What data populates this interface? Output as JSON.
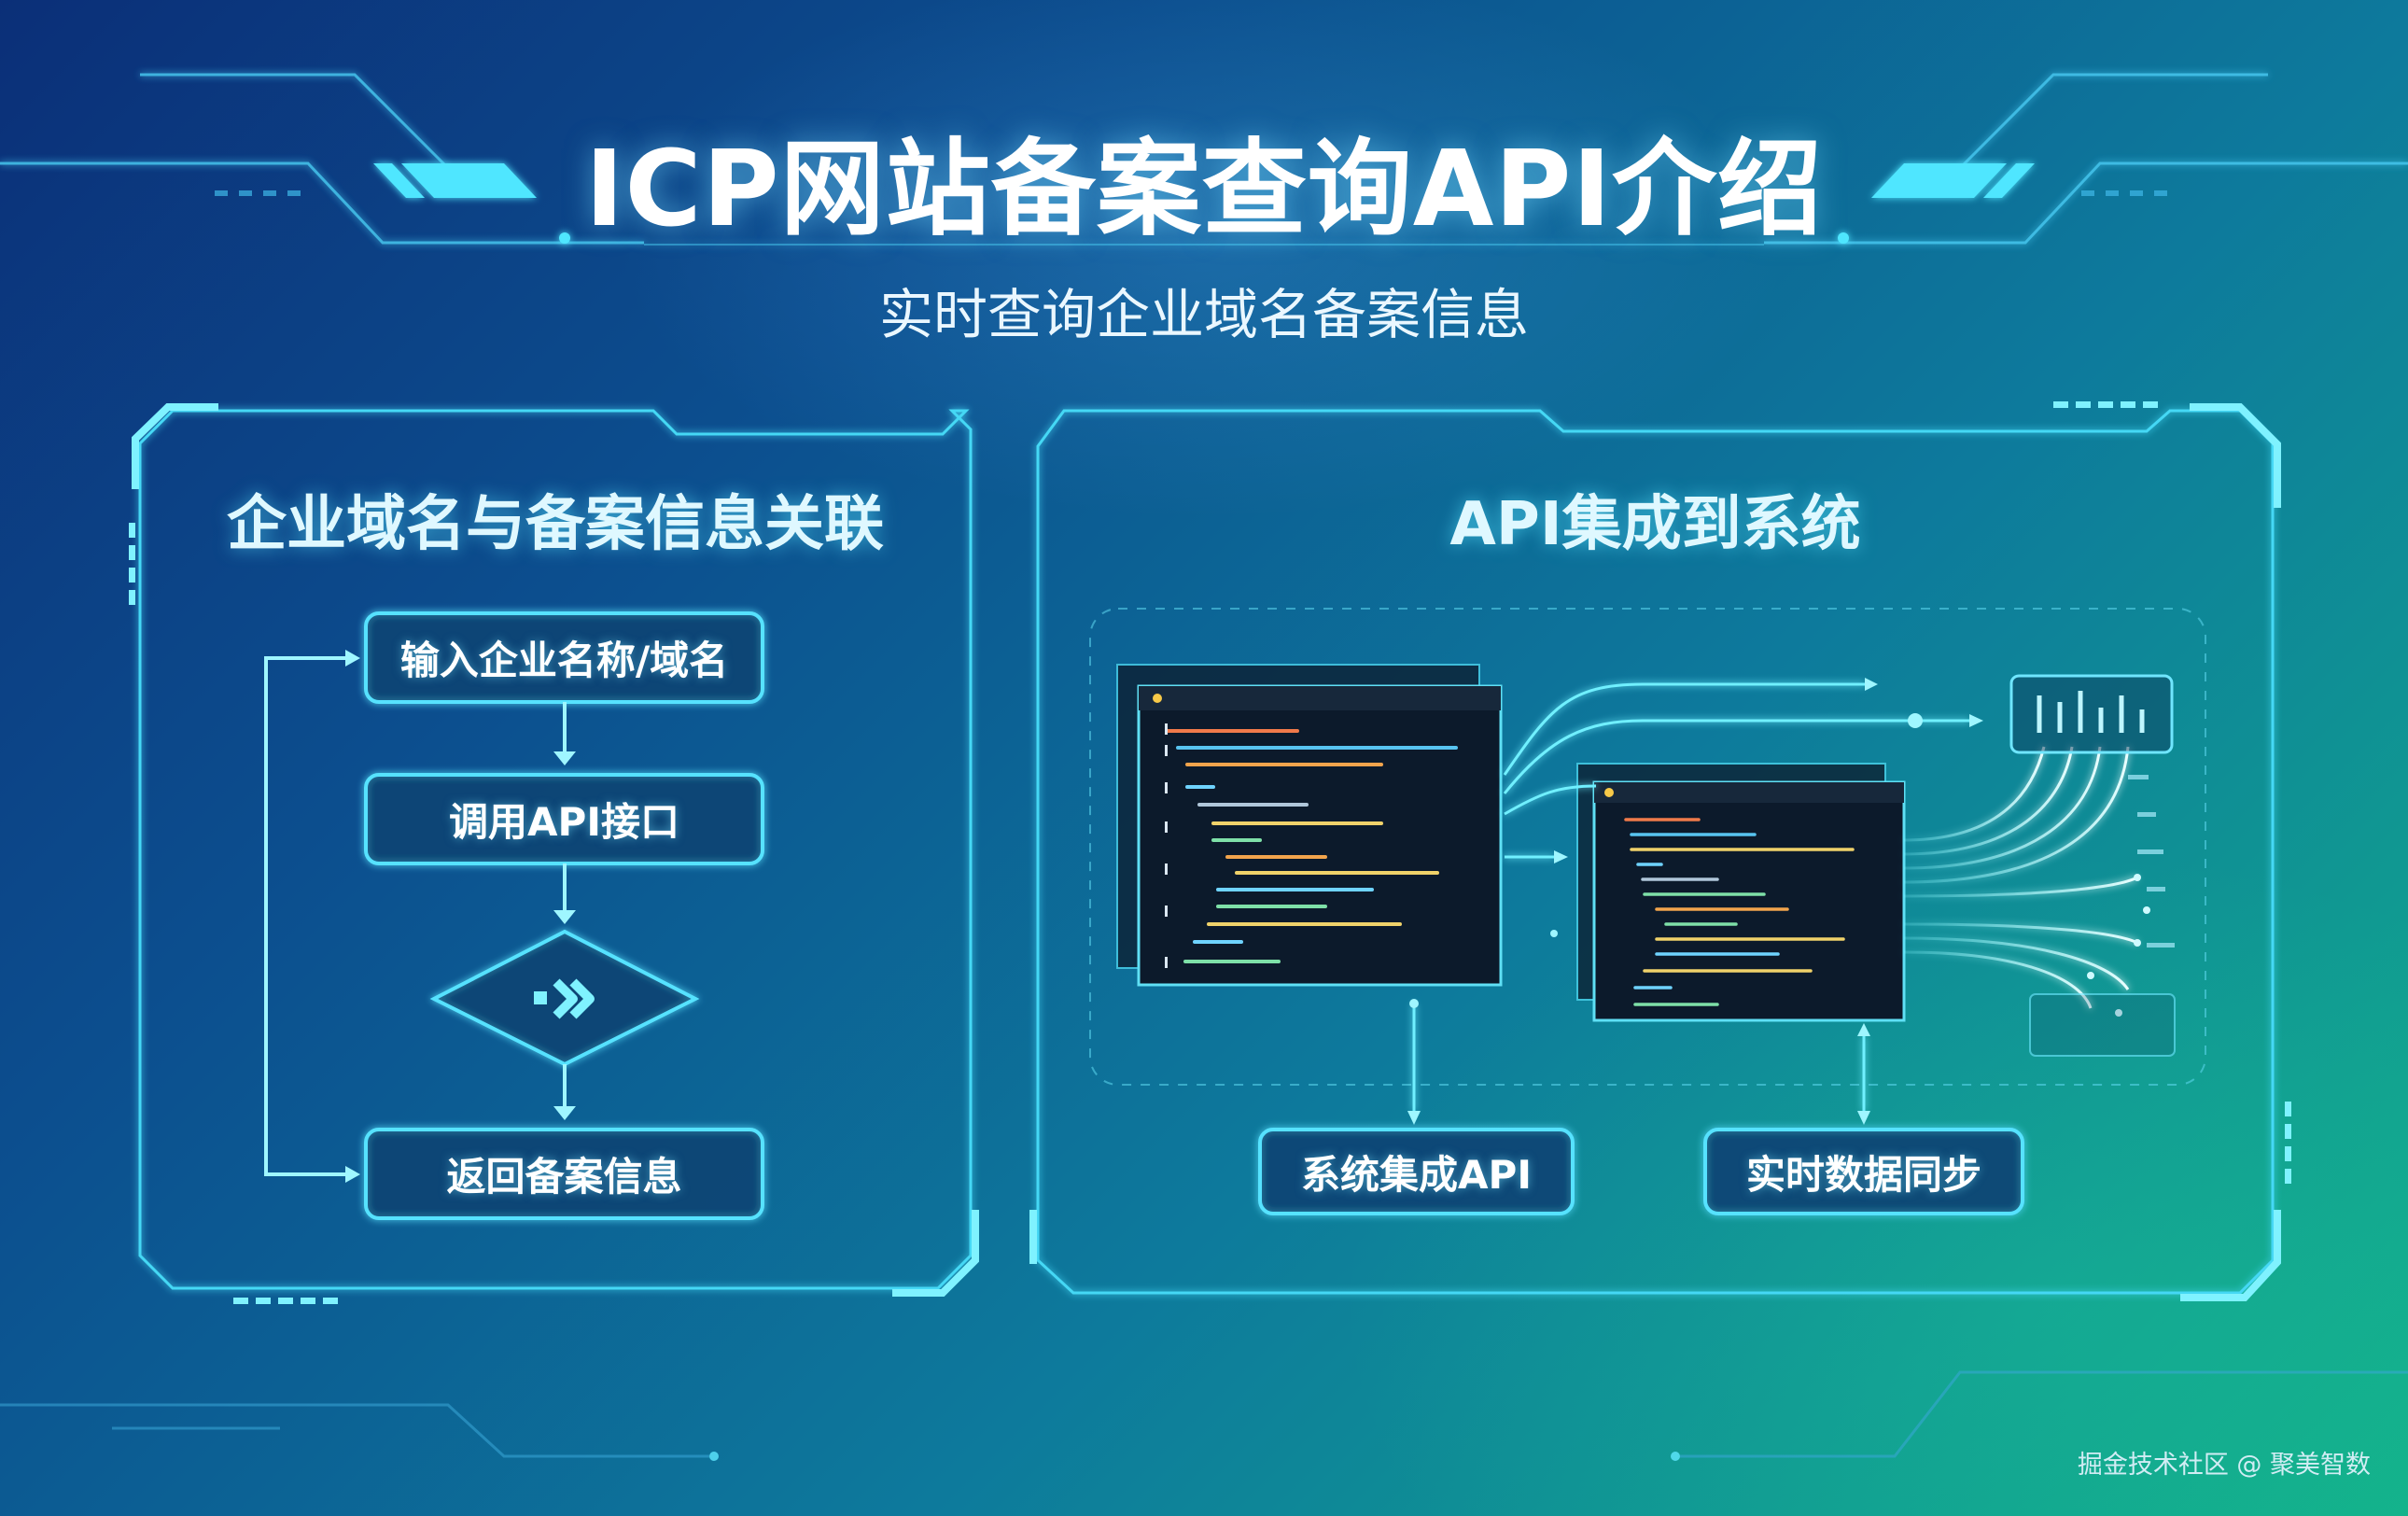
{
  "title": "ICP网站备案查询API介绍",
  "subtitle": "实时查询企业域名备案信息",
  "left_panel": {
    "title": "企业域名与备案信息关联",
    "steps": [
      "输入企业名称/域名",
      "调用API接口",
      "返回备案信息"
    ],
    "decision_icon": "double-chevron-icon"
  },
  "right_panel": {
    "title": "API集成到系统",
    "outputs": [
      "系统集成API",
      "实时数据同步"
    ]
  },
  "watermark": "掘金技术社区 @ 聚美智数",
  "colors": {
    "accent": "#3fe3ff",
    "box_fill": "#0a3f6e",
    "code_bg": "#0c1a2b"
  }
}
